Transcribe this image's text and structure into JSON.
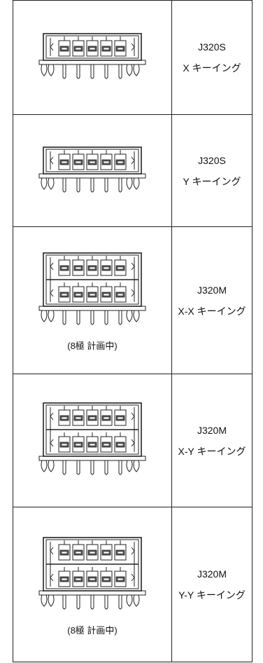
{
  "rows": [
    {
      "model": "J320S",
      "keying": "X キーイング",
      "note": "",
      "tiers": 1
    },
    {
      "model": "J320S",
      "keying": "Y キーイング",
      "note": "",
      "tiers": 1
    },
    {
      "model": "J320M",
      "keying": "X-X キーイング",
      "note": "(8極 計画中)",
      "tiers": 2
    },
    {
      "model": "J320M",
      "keying": "X-Y キーイング",
      "note": "",
      "tiers": 2
    },
    {
      "model": "J320M",
      "keying": "Y-Y キーイング",
      "note": "(8極 計画中)",
      "tiers": 2
    }
  ]
}
